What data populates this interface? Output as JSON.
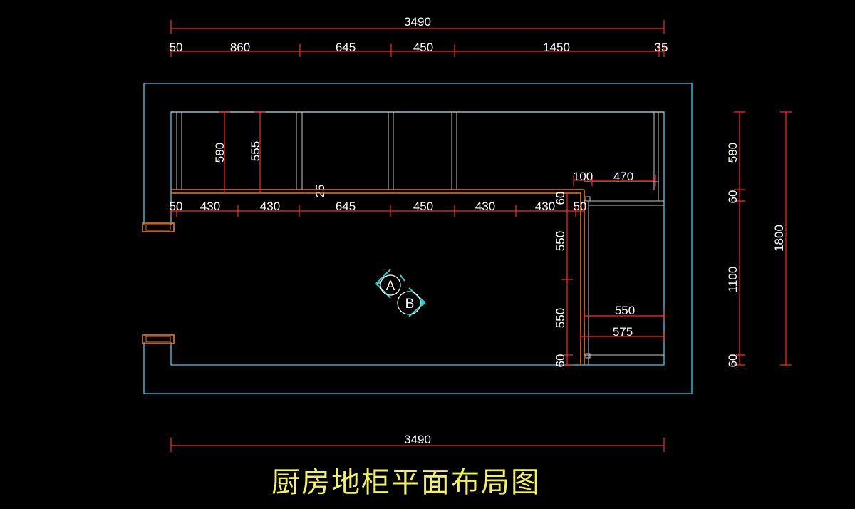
{
  "drawing": {
    "title": "厨房地柜平面布局图",
    "colors": {
      "background": "#000000",
      "dimension": "#ff2a2a",
      "wall": "#37a7c8",
      "cabinet": "#c8c8c8",
      "countertop": "#e07a2e",
      "text": "#ffffff",
      "title": "#f2f06a"
    },
    "top_overall": "3490",
    "top_segments": [
      "50",
      "860",
      "645",
      "450",
      "1450",
      "35"
    ],
    "bottom_overall": "3490",
    "upper_depths": [
      "580",
      "555"
    ],
    "counter_gap": "25",
    "counter_segments": [
      "50",
      "430",
      "430",
      "645",
      "450",
      "430",
      "430",
      "60",
      "50"
    ],
    "right_top": [
      "100",
      "470"
    ],
    "right_cab": [
      "550",
      "575"
    ],
    "right_vertical_inner": [
      "550",
      "550",
      "60"
    ],
    "right_stack": [
      "580",
      "60",
      "1100",
      "60"
    ],
    "right_total": "1800",
    "markers": [
      "A",
      "B"
    ]
  }
}
